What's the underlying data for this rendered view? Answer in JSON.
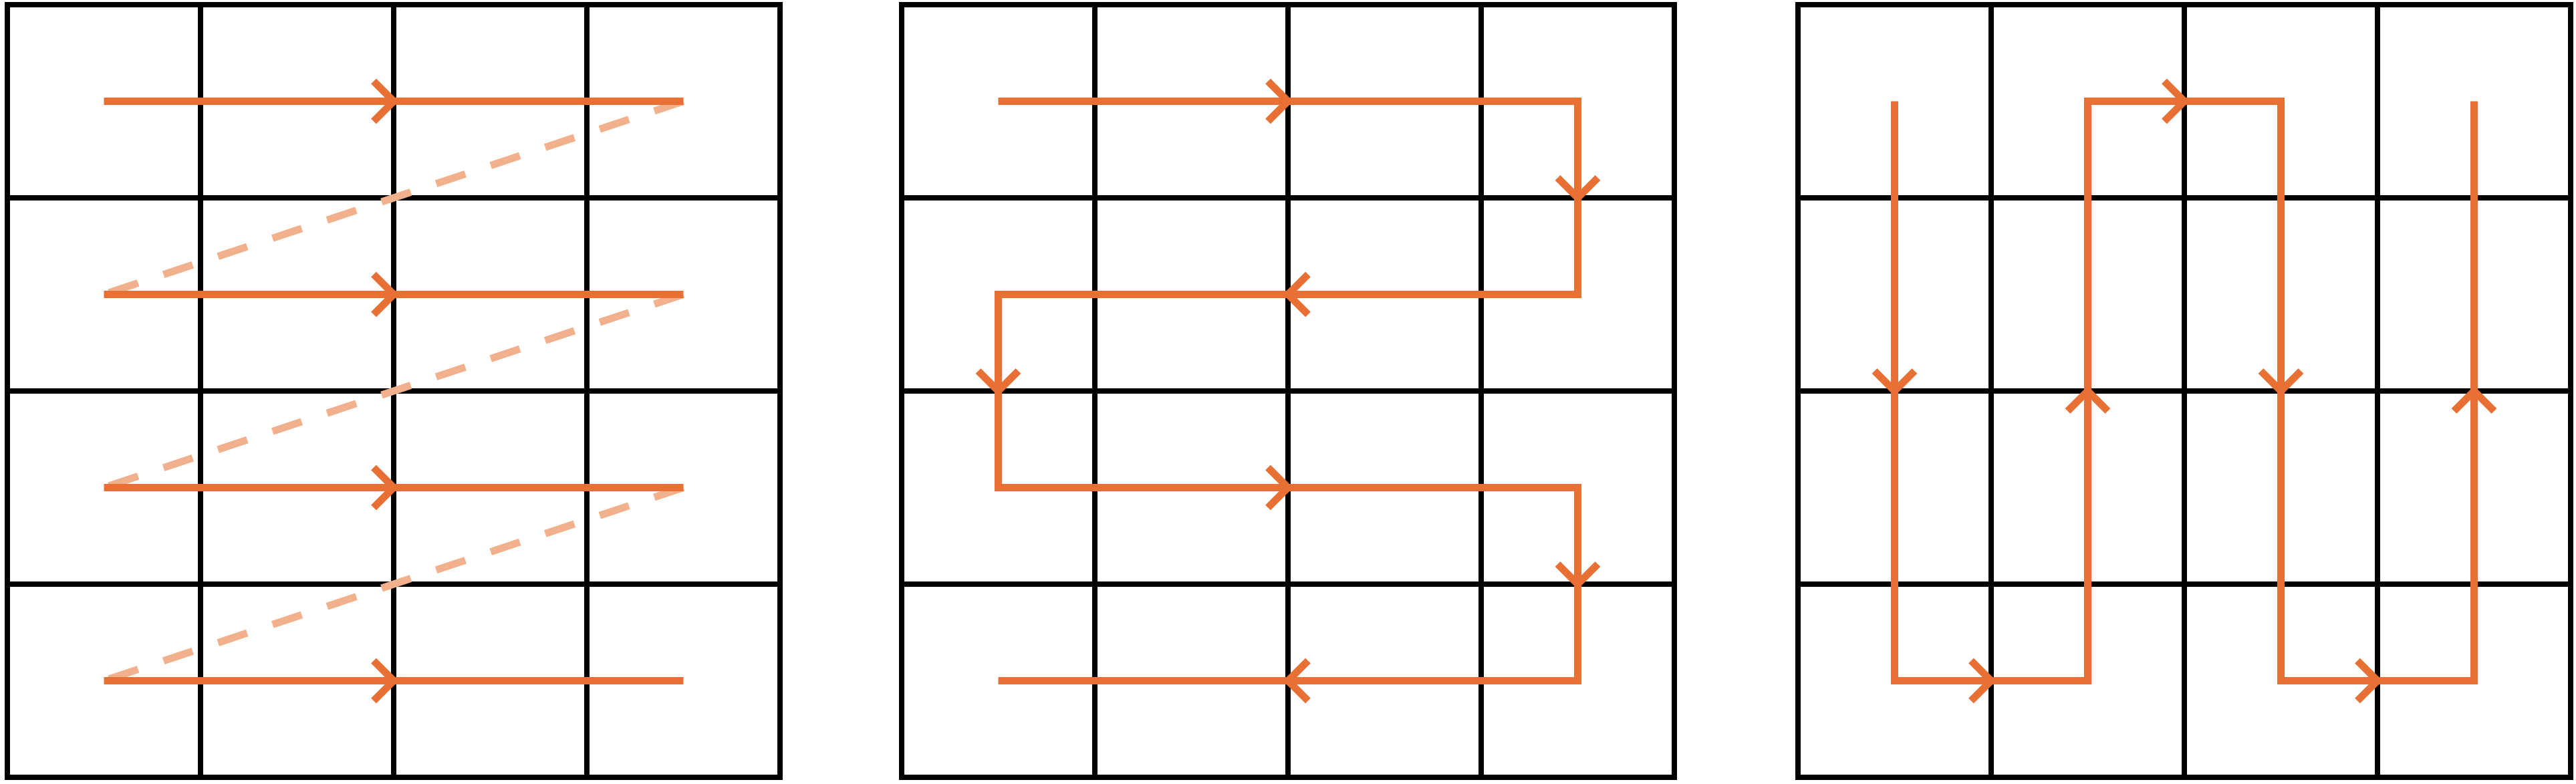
{
  "colors": {
    "path": "#E87035",
    "return": "#F2B08C",
    "grid": "#000000",
    "background": "#FFFFFF"
  },
  "grids": [
    {
      "pattern": "raster",
      "rows": 4,
      "cols": 4,
      "sweep": "horizontal",
      "return_lines": "dashed-diagonal"
    },
    {
      "pattern": "boustrophedon",
      "rows": 4,
      "cols": 4,
      "sweep": "horizontal"
    },
    {
      "pattern": "boustrophedon",
      "rows": 4,
      "cols": 4,
      "sweep": "vertical"
    }
  ]
}
